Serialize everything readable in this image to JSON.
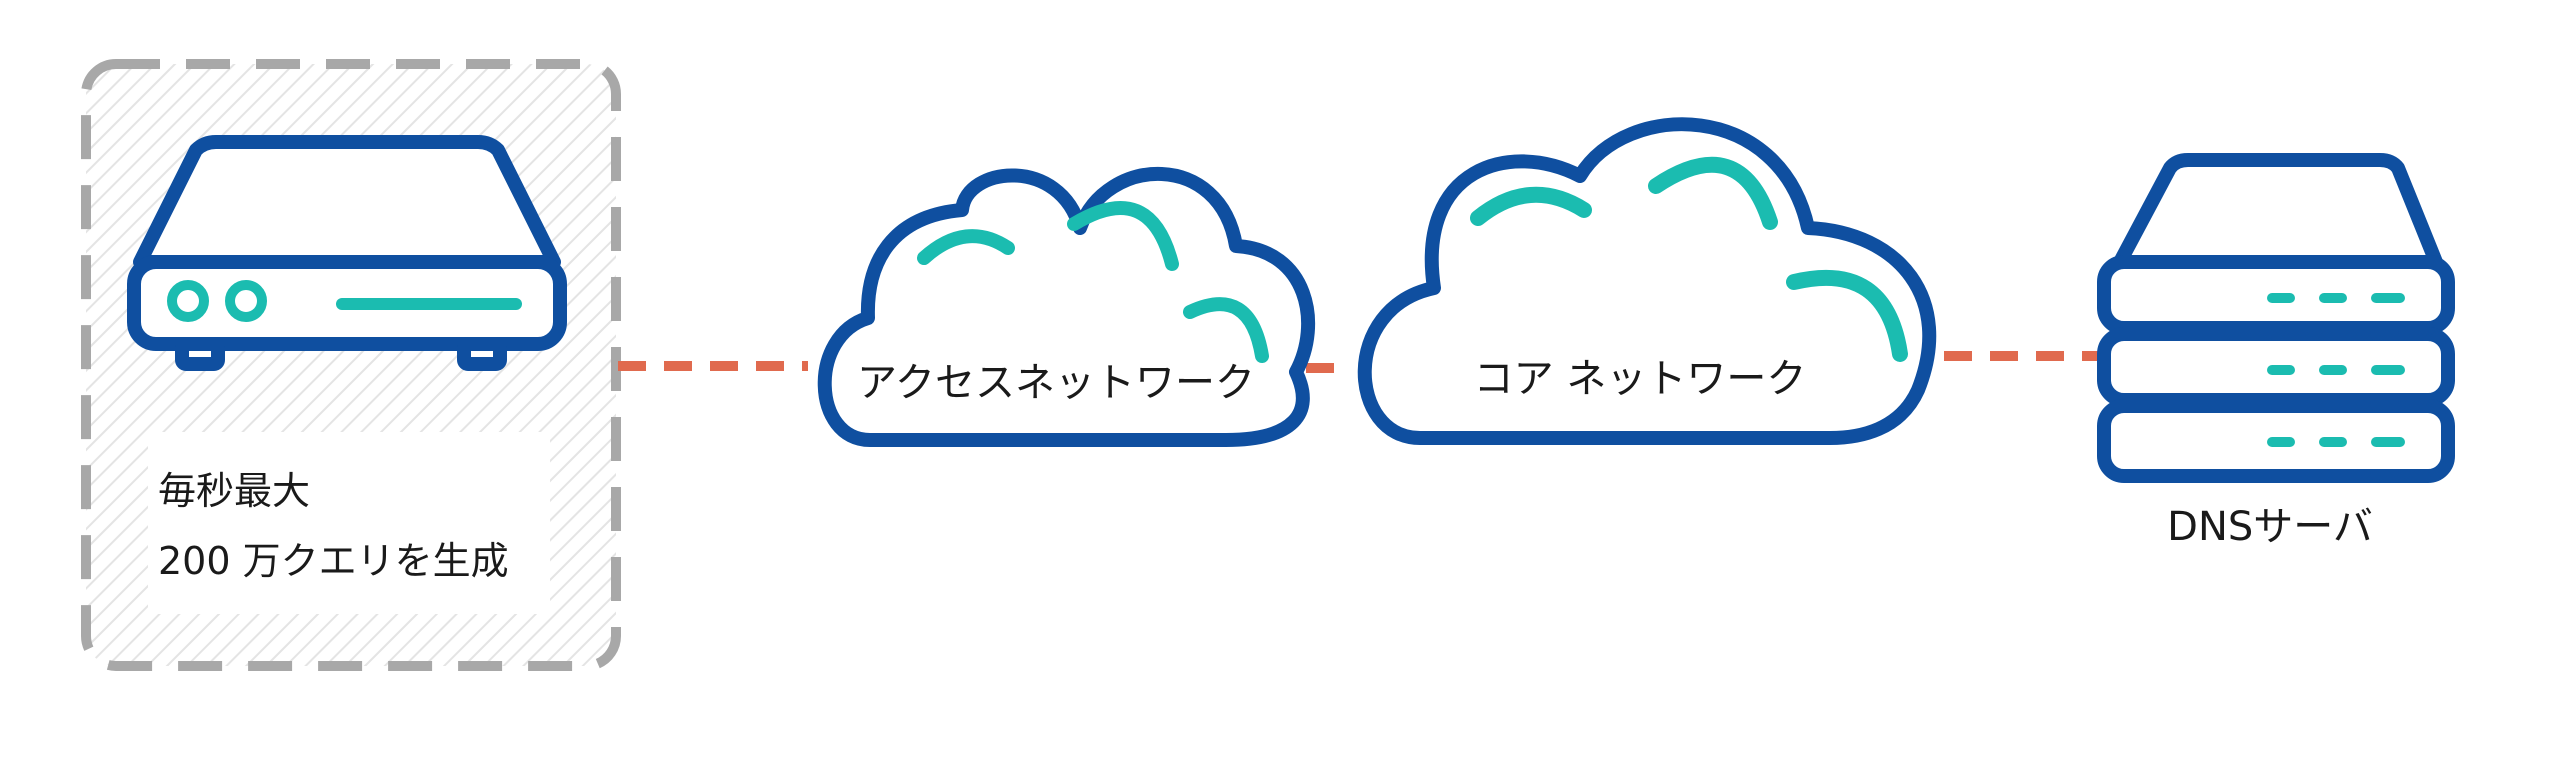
{
  "colors": {
    "outline": "#0f4fa0",
    "accent": "#1bbcb0",
    "connector": "#e06a4e",
    "dashed_border": "#a8a8a8",
    "hatch": "#e4e4e4"
  },
  "diagram": {
    "client": {
      "icon": "client-device-icon",
      "note_line1": "毎秒最大",
      "note_line2": "200 万クエリを生成"
    },
    "access_network": {
      "icon": "cloud-icon",
      "label": "アクセスネットワーク"
    },
    "core_network": {
      "icon": "cloud-icon",
      "label": "コア ネットワーク"
    },
    "dns_server": {
      "icon": "server-rack-icon",
      "label": "DNSサーバ"
    }
  }
}
